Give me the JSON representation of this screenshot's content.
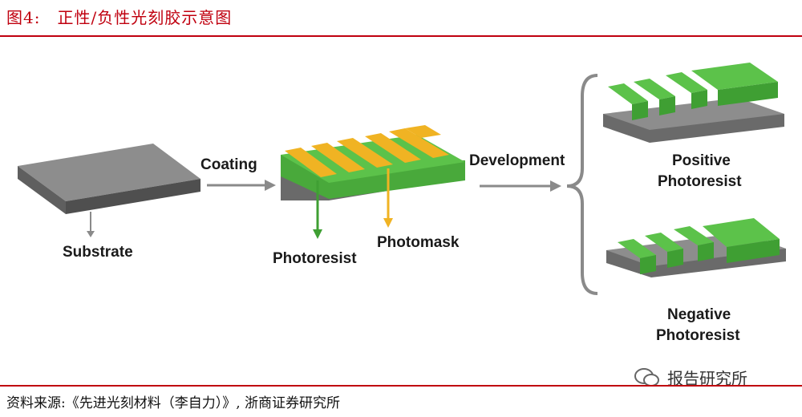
{
  "figure": {
    "title": "图4:　正性/负性光刻胶示意图",
    "source": "资料来源:《先进光刻材料（李自力）》, 浙商证券研究所",
    "watermark": "报告研究所"
  },
  "labels": {
    "substrate": "Substrate",
    "coating": "Coating",
    "photoresist": "Photoresist",
    "photomask": "Photomask",
    "development": "Development",
    "positive_line1": "Positive",
    "positive_line2": "Photoresist",
    "negative_line1": "Negative",
    "negative_line2": "Photoresist"
  },
  "colors": {
    "accent_red": "#c0000f",
    "substrate_gray": "#6e6e6e",
    "photoresist_green": "#46b83a",
    "photomask_orange": "#f0b323",
    "arrow_gray": "#8a8a8a"
  }
}
